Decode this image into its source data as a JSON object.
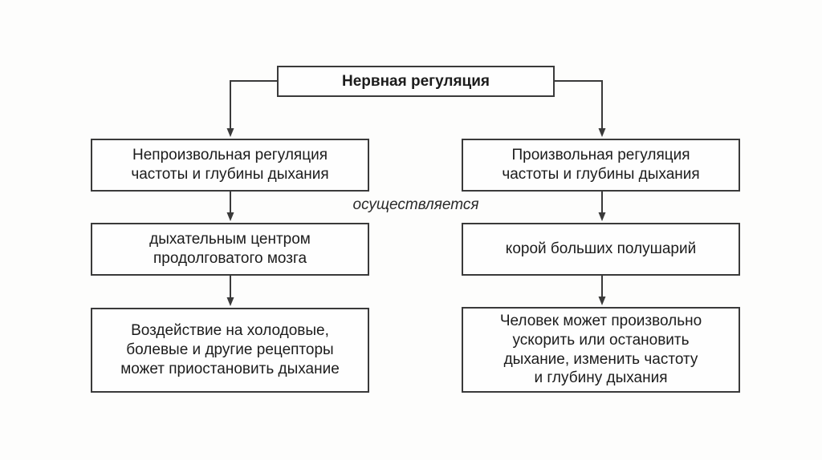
{
  "colors": {
    "box_border": "#3a3a3a",
    "line": "#3a3a3a",
    "text": "#1c1c1c",
    "background": "#fdfdfc"
  },
  "diagram": {
    "root": {
      "lines": [
        "Нервная регуляция"
      ]
    },
    "connector_label": "осуществляется",
    "left_branch": {
      "box1": {
        "lines": [
          "Непроизвольная регуляция",
          "частоты и глубины дыхания"
        ]
      },
      "box2": {
        "lines": [
          "дыхательным центром",
          "продолговатого мозга"
        ]
      },
      "box3": {
        "lines": [
          "Воздействие на холодовые,",
          "болевые и другие рецепторы",
          "может приостановить дыхание"
        ]
      }
    },
    "right_branch": {
      "box1": {
        "lines": [
          "Произвольная регуляция",
          "частоты и глубины дыхания"
        ]
      },
      "box2": {
        "lines": [
          "корой больших полушарий"
        ]
      },
      "box3": {
        "lines": [
          "Человек может произвольно",
          "ускорить или остановить",
          "дыхание, изменить частоту",
          "и глубину дыхания"
        ]
      }
    }
  }
}
